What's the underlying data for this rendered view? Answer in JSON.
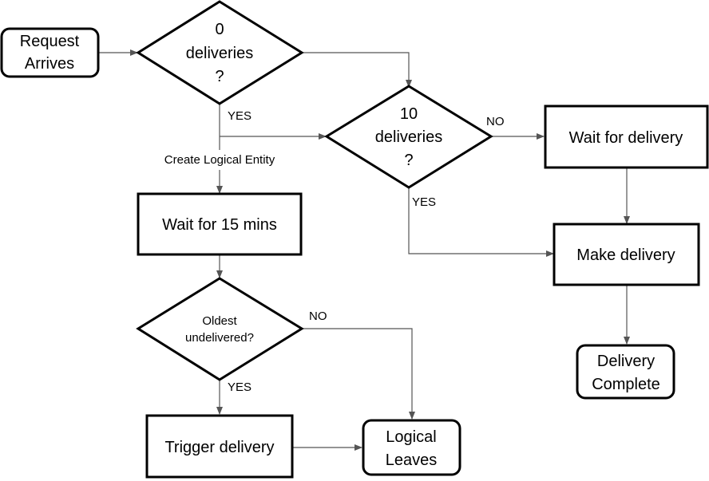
{
  "nodes": {
    "request_arrives": [
      "Request",
      "Arrives"
    ],
    "zero_deliveries": [
      "0",
      "deliveries",
      "?"
    ],
    "ten_deliveries": [
      "10",
      "deliveries",
      "?"
    ],
    "wait_for_delivery": "Wait for delivery",
    "make_delivery": "Make delivery",
    "delivery_complete": [
      "Delivery",
      "Complete"
    ],
    "wait_15_mins": "Wait for 15 mins",
    "oldest_undelivered": [
      "Oldest",
      "undelivered?"
    ],
    "trigger_delivery": "Trigger delivery",
    "logical_leaves": [
      "Logical",
      "Leaves"
    ]
  },
  "edge_labels": {
    "zero_yes": "YES",
    "create_logical_entity": "Create Logical Entity",
    "ten_no": "NO",
    "ten_yes": "YES",
    "oldest_no": "NO",
    "oldest_yes": "YES"
  }
}
